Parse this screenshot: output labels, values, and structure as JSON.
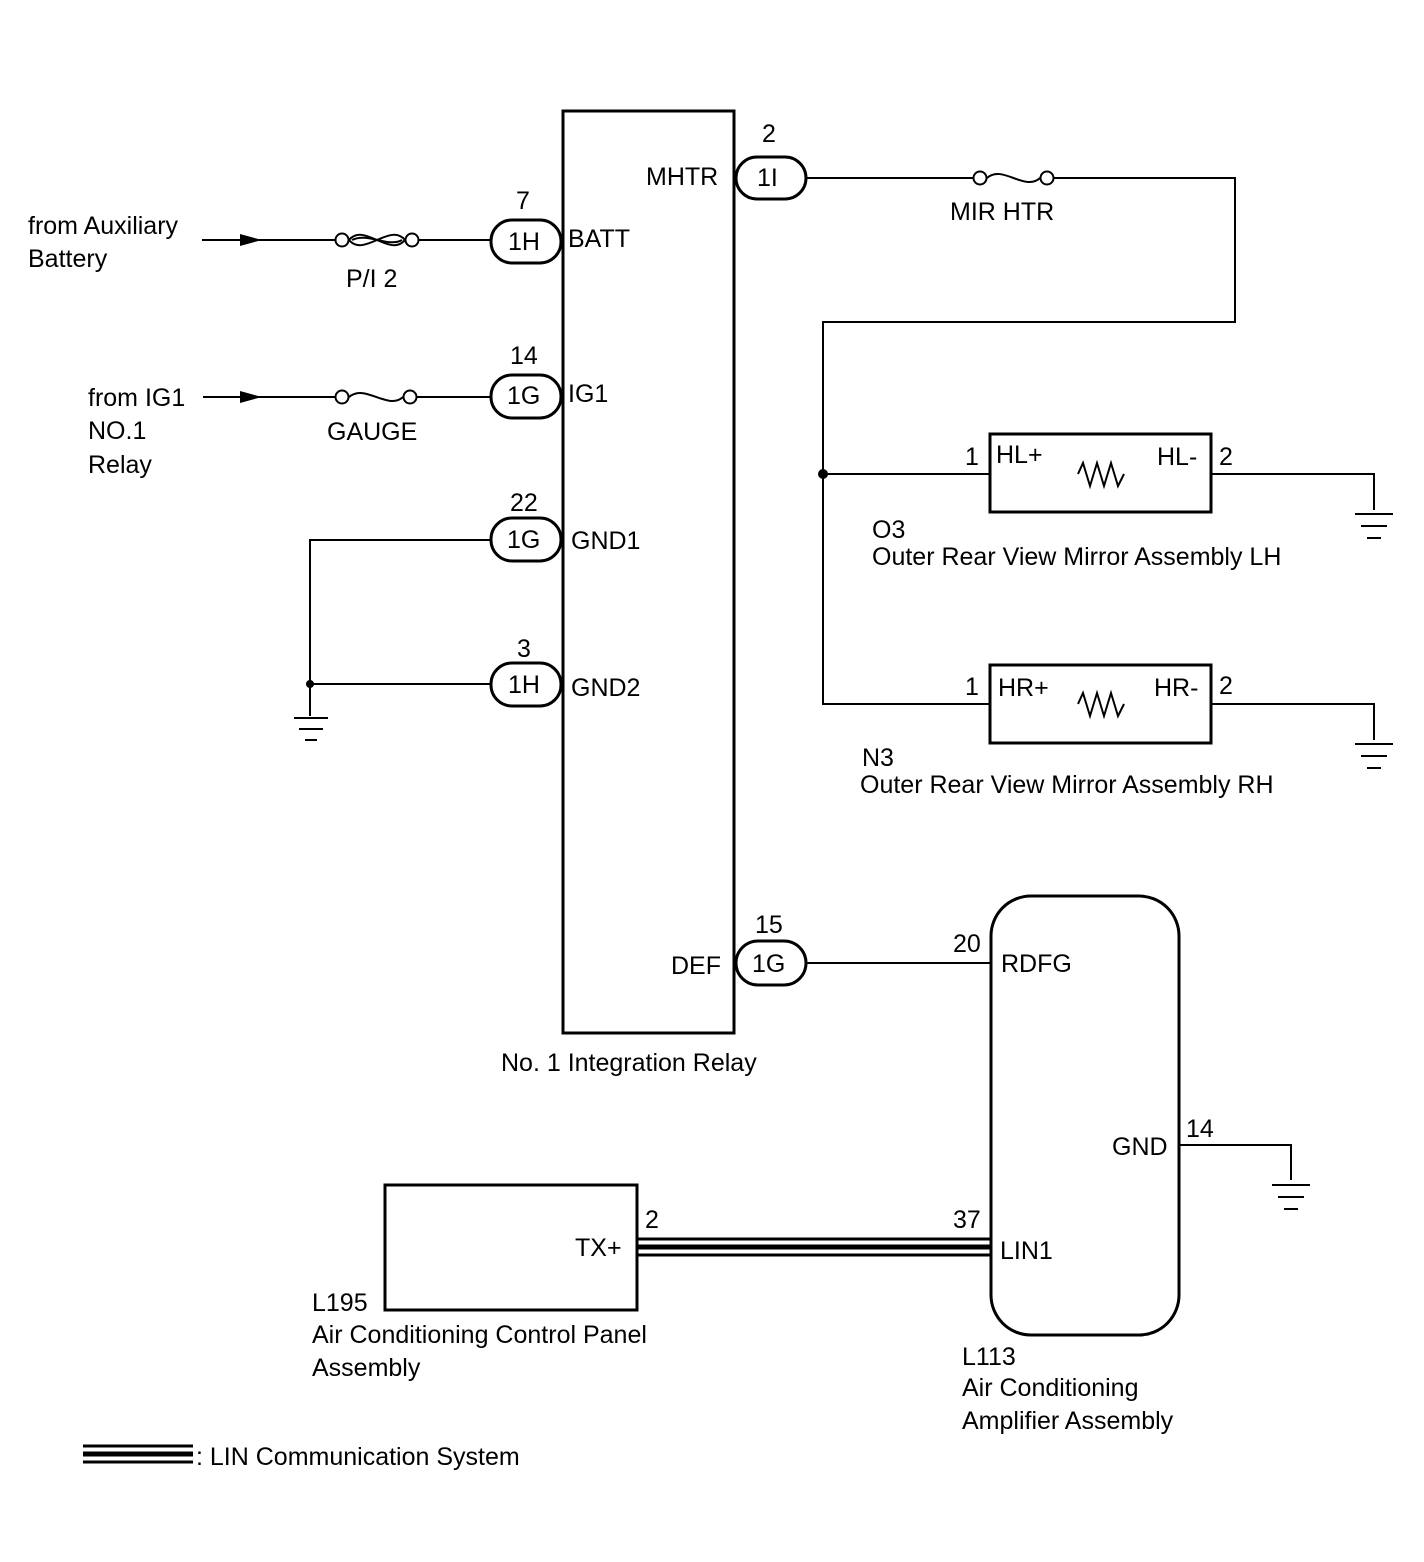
{
  "sources": {
    "aux_battery": [
      "from Auxiliary",
      "Battery"
    ],
    "ig1_relay": [
      "from IG1",
      "NO.1",
      "Relay"
    ]
  },
  "fuses": {
    "pi2": "P/I 2",
    "gauge": "GAUGE",
    "mir_htr": "MIR HTR"
  },
  "integration_relay": {
    "name": "No. 1 Integration Relay",
    "terminals": {
      "batt": {
        "pin": "7",
        "connector": "1H",
        "label": "BATT"
      },
      "ig1": {
        "pin": "14",
        "connector": "1G",
        "label": "IG1"
      },
      "gnd1": {
        "pin": "22",
        "connector": "1G",
        "label": "GND1"
      },
      "gnd2": {
        "pin": "3",
        "connector": "1H",
        "label": "GND2"
      },
      "mhtr": {
        "pin": "2",
        "connector": "1I",
        "label": "MHTR"
      },
      "def": {
        "pin": "15",
        "connector": "1G",
        "label": "DEF"
      }
    }
  },
  "mirror_lh": {
    "code": "O3",
    "name": "Outer Rear View Mirror Assembly LH",
    "plus_pin": "1",
    "plus_label": "HL+",
    "minus_pin": "2",
    "minus_label": "HL-"
  },
  "mirror_rh": {
    "code": "N3",
    "name": "Outer Rear View Mirror Assembly RH",
    "plus_pin": "1",
    "plus_label": "HR+",
    "minus_pin": "2",
    "minus_label": "HR-"
  },
  "ac_amplifier": {
    "code": "L113",
    "name": [
      "Air Conditioning",
      "Amplifier Assembly"
    ],
    "rdfg_pin": "20",
    "rdfg_label": "RDFG",
    "gnd_pin": "14",
    "gnd_label": "GND",
    "lin1_pin": "37",
    "lin1_label": "LIN1"
  },
  "ac_panel": {
    "code": "L195",
    "name": [
      "Air Conditioning Control Panel",
      "Assembly"
    ],
    "tx_pin": "2",
    "tx_label": "TX+"
  },
  "legend": {
    "lin": ": LIN Communication System"
  }
}
